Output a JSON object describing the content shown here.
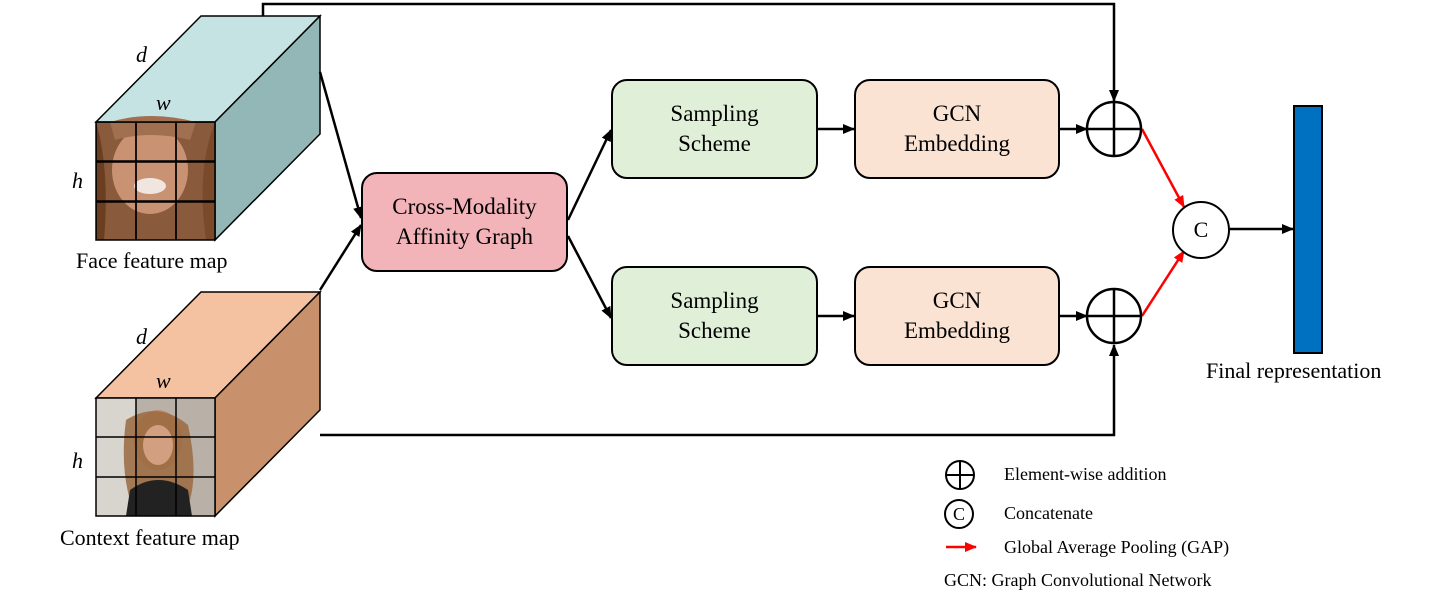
{
  "inputs": {
    "face": {
      "label": "Face feature map",
      "dims": {
        "d": "d",
        "w": "w",
        "h": "h"
      }
    },
    "context": {
      "label": "Context feature map",
      "dims": {
        "d": "d",
        "w": "w",
        "h": "h"
      }
    }
  },
  "nodes": {
    "affinity_graph": "Cross-Modality\nAffinity Graph",
    "sampling_top": "Sampling\nScheme",
    "sampling_bottom": "Sampling\nScheme",
    "gcn_top": "GCN\nEmbedding",
    "gcn_bottom": "GCN\nEmbedding",
    "concat_symbol": "C",
    "final_label": "Final representation"
  },
  "legend": {
    "addition": "Element-wise addition",
    "concat_symbol": "C",
    "concatenate": "Concatenate",
    "gap": "Global Average Pooling (GAP)",
    "gcn_note": "GCN: Graph Convolutional Network"
  },
  "colors": {
    "face_top": "#c6e3e3",
    "face_side": "#93b6b6",
    "context_top": "#f4c2a0",
    "context_side": "#c9906c",
    "affinity_fill": "#f2b3b9",
    "sampling_fill": "#e0efd8",
    "gcn_fill": "#fbe3d4",
    "final_bar": "#0070c0",
    "gap_arrow": "#ff0000"
  }
}
